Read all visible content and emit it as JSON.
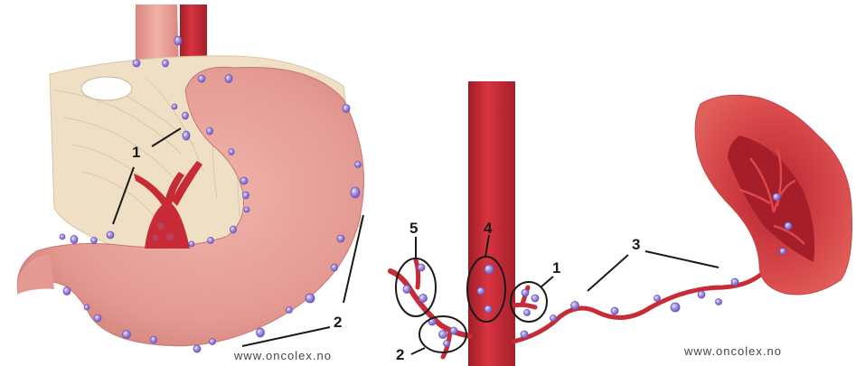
{
  "watermarks": {
    "left": "www.oncolex.no",
    "right": "www.oncolex.no"
  },
  "left_panel_labels": {
    "label_1": "1",
    "label_2": "2"
  },
  "right_panel_labels": {
    "label_1": "1",
    "label_2": "2",
    "label_3": "3",
    "label_4": "4",
    "label_5": "5"
  },
  "colors": {
    "artery": "#c72b35",
    "stomach": "#e49a92",
    "omentum": "#efe0c5",
    "lymph_node": "#9b86dc",
    "spleen": "#d9534f"
  }
}
